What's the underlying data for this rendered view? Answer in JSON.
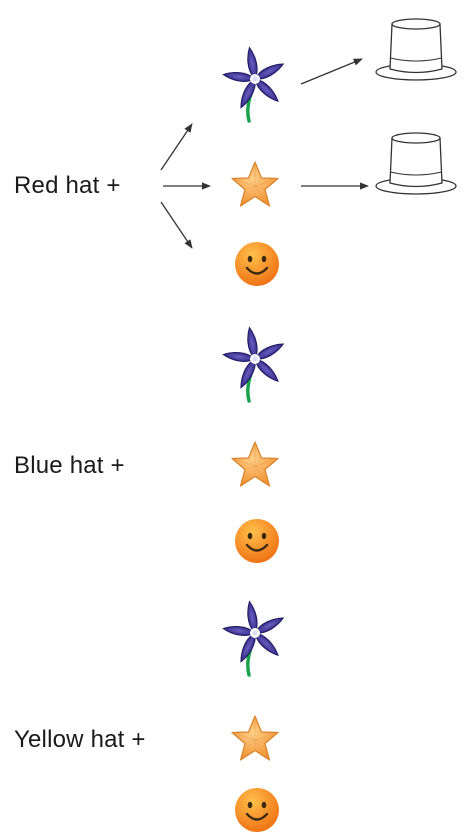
{
  "groups": [
    {
      "label": "Red hat +",
      "items": [
        "flower-icon",
        "star-icon",
        "smiley-icon"
      ]
    },
    {
      "label": "Blue hat +",
      "items": [
        "flower-icon",
        "star-icon",
        "smiley-icon"
      ]
    },
    {
      "label": "Yellow hat +",
      "items": [
        "flower-icon",
        "star-icon",
        "smiley-icon"
      ]
    }
  ],
  "outcomes": [
    "hat-icon",
    "hat-icon"
  ],
  "colors": {
    "flower_petal": "#3a2f8f",
    "flower_stem": "#1aa34a",
    "star": "#f6a54a",
    "smiley": "#f39a1e",
    "arrow": "#333333",
    "text": "#1a1a1a"
  }
}
